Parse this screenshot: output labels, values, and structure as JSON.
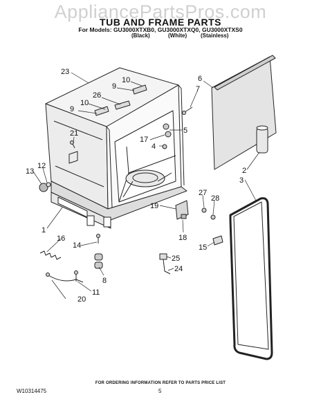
{
  "watermark": "AppliancePartsPros.com",
  "title": "TUB AND FRAME PARTS",
  "models_line": "For Models: GU3000XTXB0, GU3000XTXQ0, GU3000XTXS0",
  "finishes": [
    "(Black)",
    "(White)",
    "(Stainless)"
  ],
  "callouts": [
    "23",
    "10",
    "9",
    "26",
    "10",
    "9",
    "21",
    "6",
    "7",
    "5",
    "17",
    "4",
    "2",
    "3",
    "27",
    "28",
    "19",
    "18",
    "15",
    "25",
    "24",
    "13",
    "12",
    "1",
    "16",
    "14",
    "8",
    "11",
    "20"
  ],
  "footer_note": "FOR ORDERING INFORMATION REFER TO PARTS PRICE LIST",
  "doc_number": "W10314475",
  "page_number": "5"
}
